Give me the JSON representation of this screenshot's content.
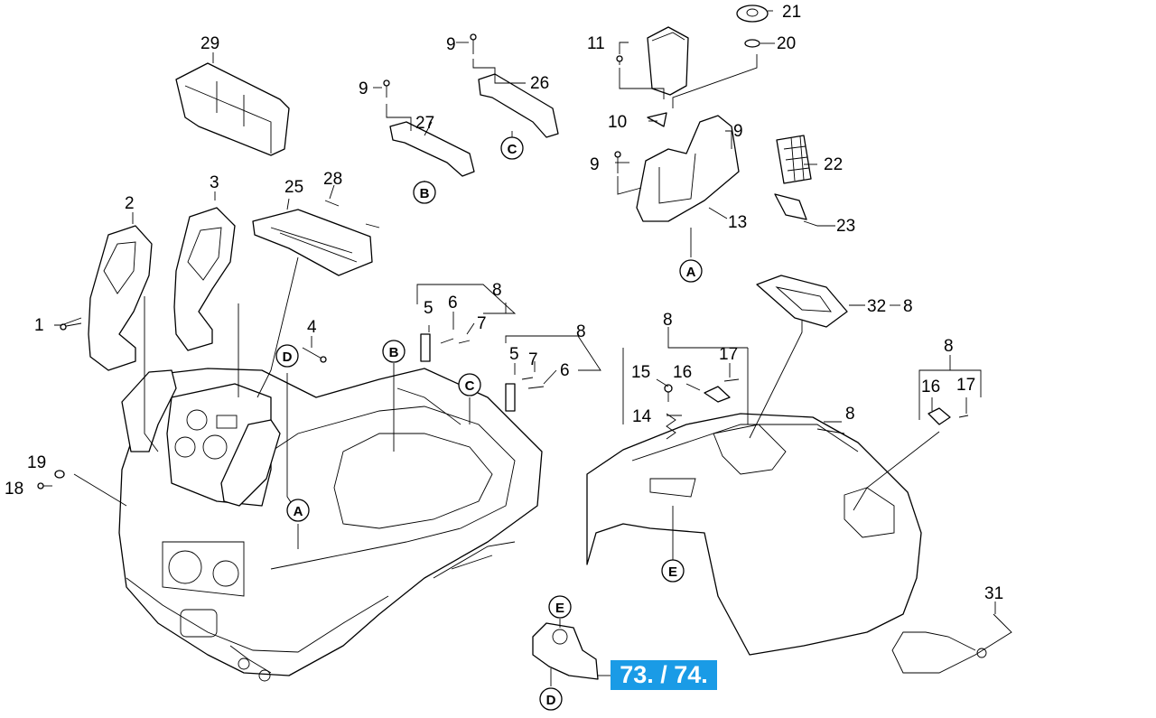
{
  "part_numbers": {
    "n1": "1",
    "n2": "2",
    "n3": "3",
    "n4": "4",
    "n5a": "5",
    "n5b": "5",
    "n6a": "6",
    "n6b": "6",
    "n7a": "7",
    "n7b": "7",
    "n8a": "8",
    "n8b": "8",
    "n8c": "8",
    "n8d": "8",
    "n8e": "8",
    "n8f": "8",
    "n9a": "9",
    "n9b": "9",
    "n9c": "9",
    "n9d": "9",
    "n10": "10",
    "n11": "11",
    "n13": "13",
    "n14": "14",
    "n15": "15",
    "n16a": "16",
    "n16b": "16",
    "n17a": "17",
    "n17b": "17",
    "n18": "18",
    "n19": "19",
    "n20": "20",
    "n21": "21",
    "n22": "22",
    "n23": "23",
    "n25": "25",
    "n26": "26",
    "n27": "27",
    "n28": "28",
    "n29": "29",
    "n31": "31",
    "n32": "32"
  },
  "connectors": {
    "a1": "A",
    "a2": "A",
    "b1": "B",
    "b2": "B",
    "c1": "C",
    "c2": "C",
    "d1": "D",
    "d2": "D",
    "e1": "E",
    "e2": "E"
  },
  "reference_link": "73. / 74.",
  "colors": {
    "reference_bg": "#1a9be6",
    "reference_text": "#ffffff"
  }
}
